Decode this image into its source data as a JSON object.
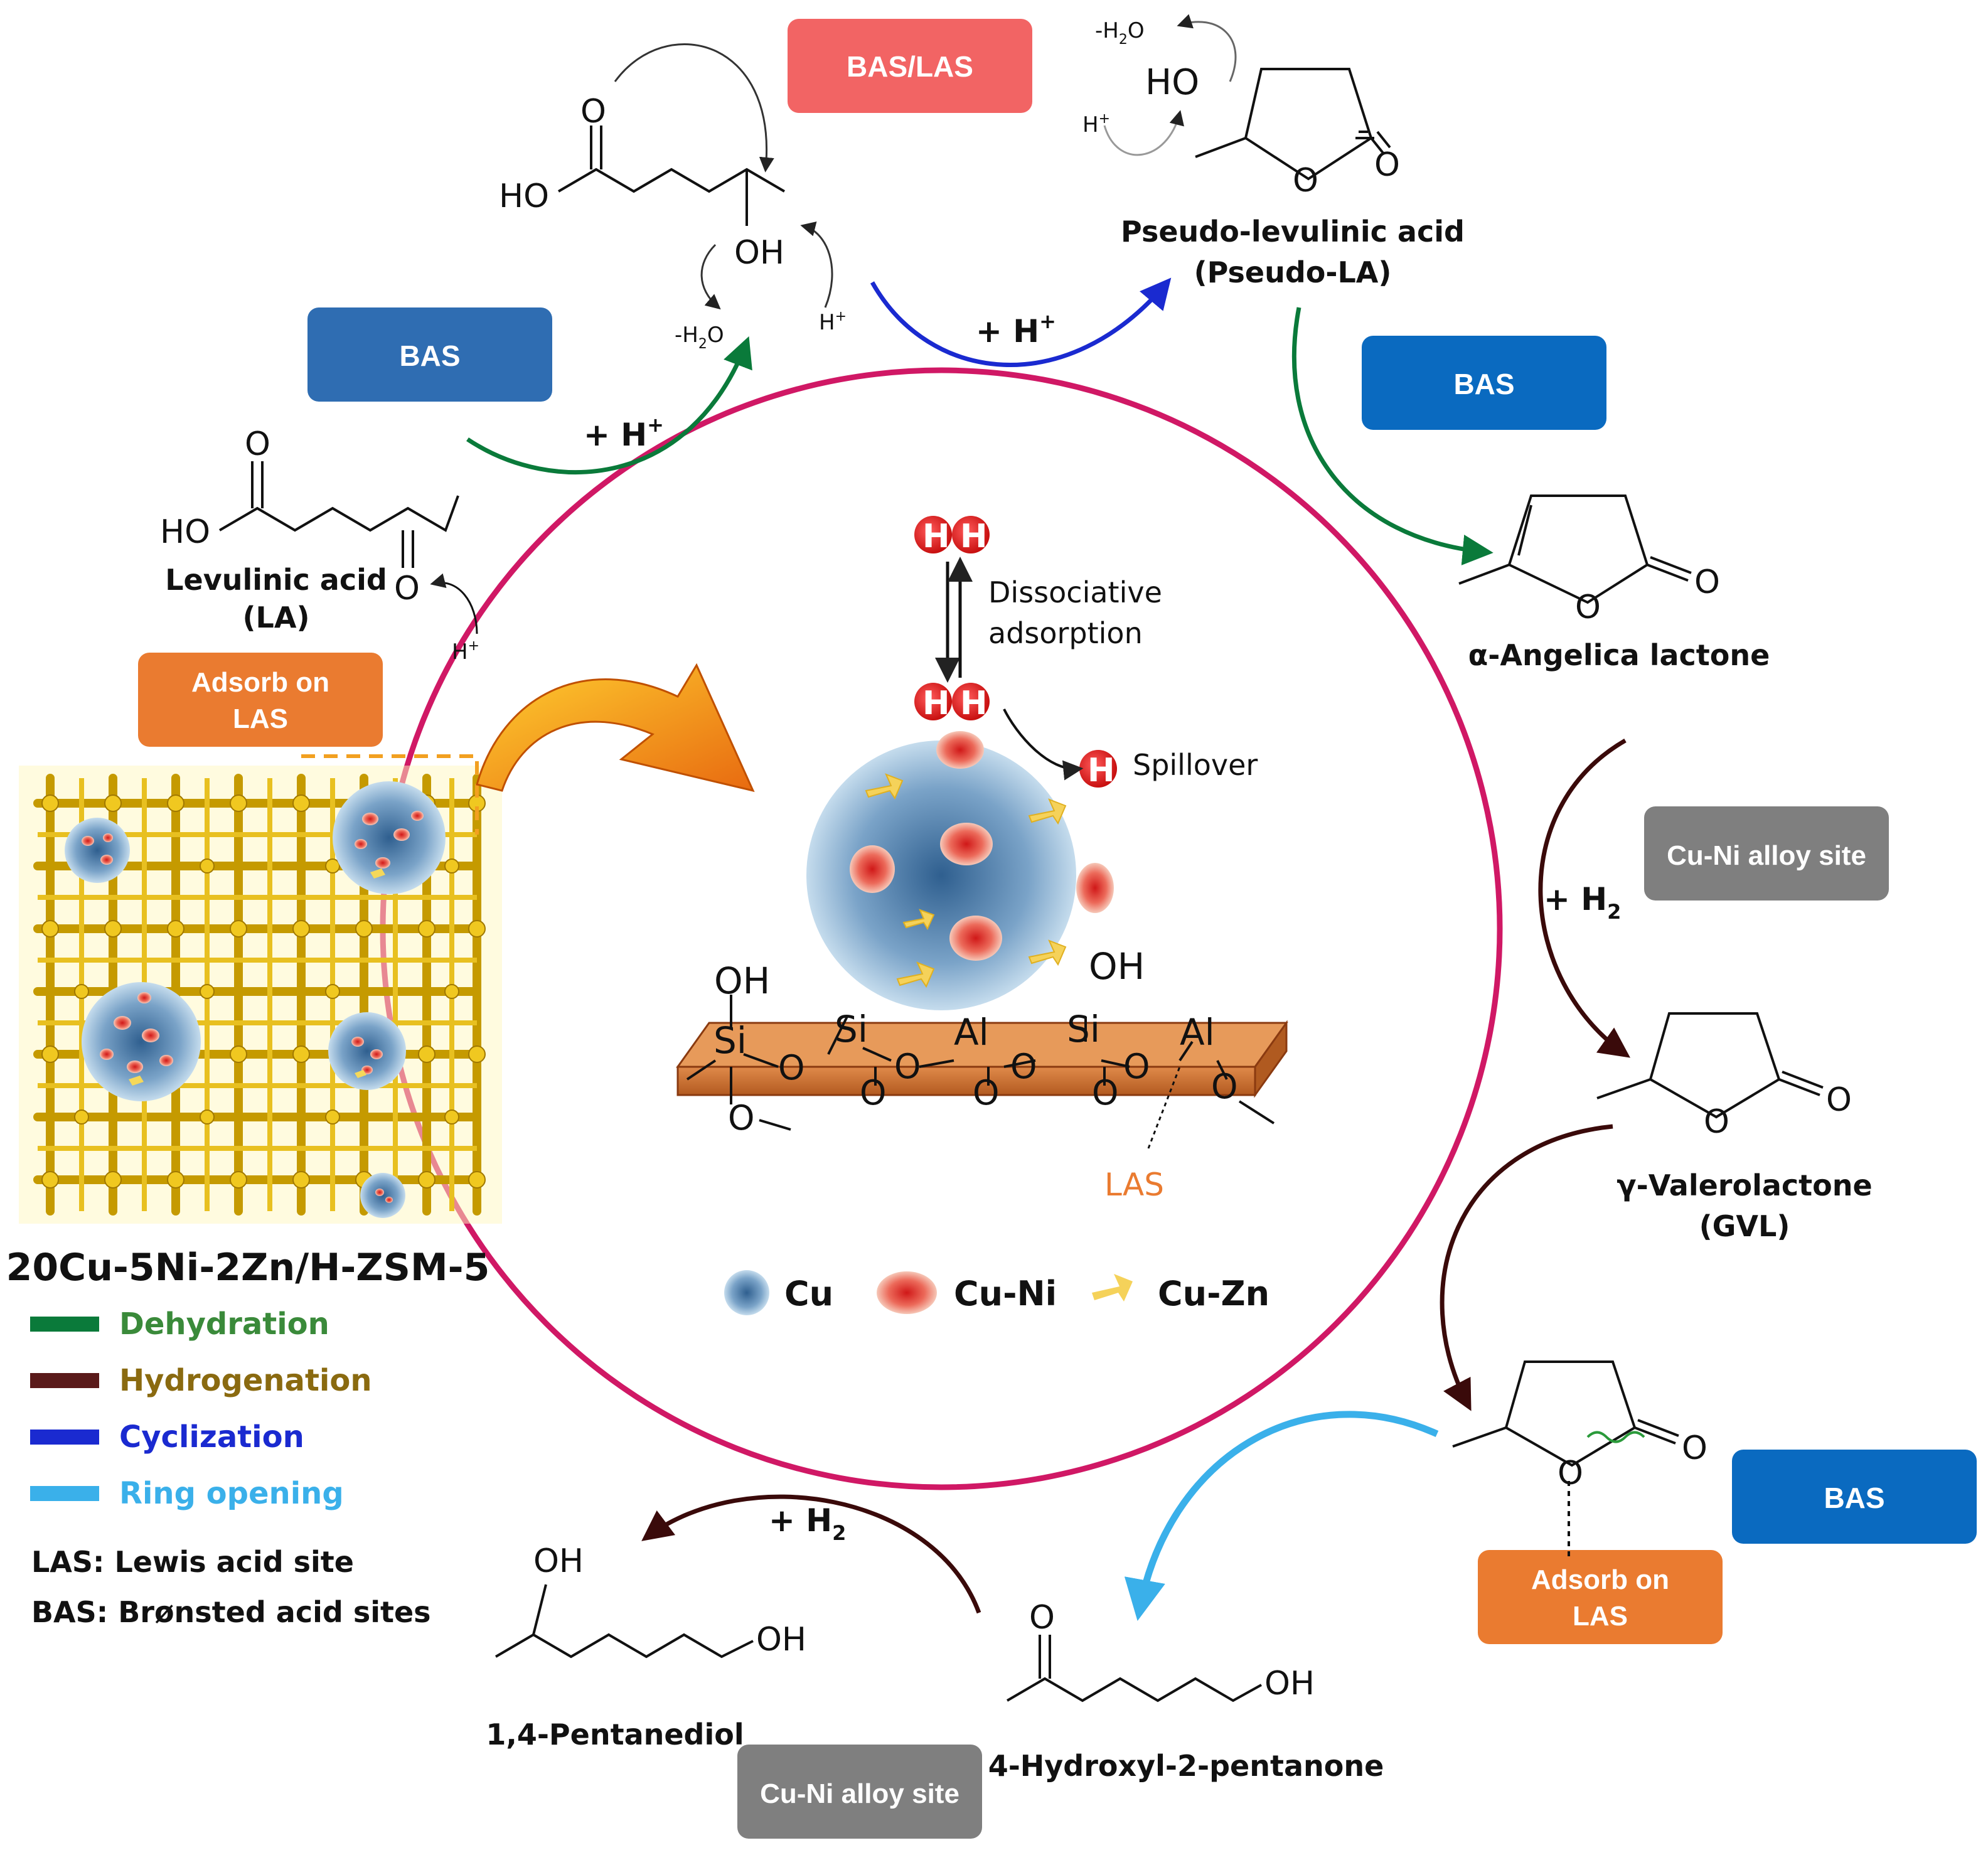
{
  "site_boxes": {
    "bas_las": "BAS/LAS",
    "bas_left": "BAS",
    "bas_right": "BAS",
    "bas_bottom": "BAS",
    "adsorb_las_1_l1": "Adsorb on",
    "adsorb_las_1_l2": "LAS",
    "adsorb_las_2_l1": "Adsorb on",
    "adsorb_las_2_l2": "LAS",
    "cuni_alloy_1": "Cu-Ni alloy site",
    "cuni_alloy_2": "Cu-Ni alloy site"
  },
  "compounds": {
    "la_l1": "Levulinic acid",
    "la_l2": "(LA)",
    "pseudo_l1": "Pseudo-levulinic acid",
    "pseudo_l2": "(Pseudo-LA)",
    "angelica": "α-Angelica lactone",
    "gvl_l1": "γ-Valerolactone",
    "gvl_l2": "(GVL)",
    "hydroxypentanone": "4-Hydroxyl-2-pentanone",
    "pentanediol": "1,4-Pentanediol"
  },
  "reagents": {
    "plus_h": "+ H",
    "plus_h2": "+ H",
    "sub_2": "2",
    "sup_plus": "+",
    "minus_h2o": "-H",
    "o_atom": "O",
    "h": "H",
    "oh": "OH",
    "ho": "HO",
    "h_plus": "H"
  },
  "catalyst": {
    "name": "20Cu-5Ni-2Zn/H-ZSM-5",
    "dissociative_l1": "Dissociative",
    "dissociative_l2": "adsorption",
    "spillover": "Spillover",
    "las": "LAS",
    "si": "Si",
    "al": "Al"
  },
  "species_legend": [
    {
      "label": "Cu"
    },
    {
      "label": "Cu-Ni"
    },
    {
      "label": "Cu-Zn"
    }
  ],
  "reaction_legend": [
    {
      "label": "Dehydration",
      "color": "#0a7a3a",
      "text_color": "#3a8a3a"
    },
    {
      "label": "Hydrogenation",
      "color": "#5a1a1a",
      "text_color": "#8a6a10"
    },
    {
      "label": "Cyclization",
      "color": "#1a2ad0",
      "text_color": "#1a2ad0"
    },
    {
      "label": "Ring opening",
      "color": "#3ab0ea",
      "text_color": "#3ab0ea"
    }
  ],
  "abbreviations": {
    "las": "LAS: Lewis acid site",
    "bas": "BAS: Brønsted acid sites"
  },
  "colors": {
    "cycle_ring": "#d01865",
    "bas_box": "#1f6db5",
    "bas_las_box": "#f26464",
    "las_box": "#ea7b30",
    "alloy_box": "#7f7f7f",
    "dehydration": "#0a7a3a",
    "hydrogenation": "#4a1010",
    "cyclization": "#1a2ad0",
    "ring_opening": "#3ab0ea",
    "las_text": "#ea7b30",
    "h_atom": "#e02020"
  }
}
